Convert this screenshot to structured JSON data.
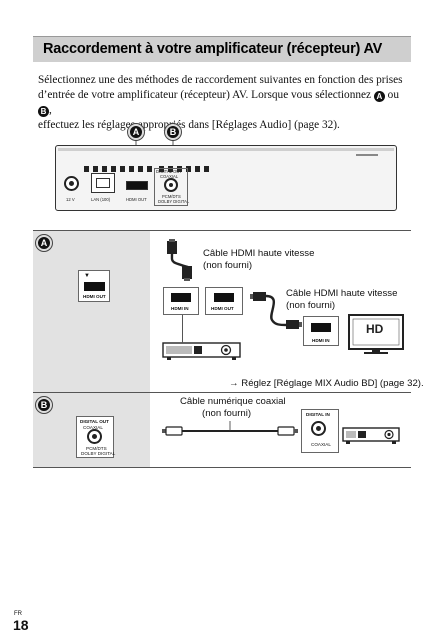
{
  "section": {
    "title": "Raccordement à votre amplificateur (récepteur) AV"
  },
  "intro": {
    "line1": "Sélectionnez une des méthodes de raccordement suivantes en fonction des prises",
    "line2_before": "d’entrée de votre amplificateur (récepteur) AV. Lorsque vous sélectionnez ",
    "marker_a": "A",
    "line2_mid": " ou ",
    "marker_b": "B",
    "line2_after": ",",
    "line3": "effectuez les réglages appropriés dans [Réglages Audio] (page 32)."
  },
  "rear_panel": {
    "badge_a": "A",
    "badge_b": "B",
    "dc_label": "12 V",
    "lan_label": "LAN (100)",
    "hdmi_label": "HDMI OUT",
    "digital_out_label": "DIGITAL OUT",
    "coaxial_label": "COAXIAL",
    "pcm_label": "PCM/DTS",
    "dolby_label": "DOLBY DIGITAL"
  },
  "method_a": {
    "marker": "A",
    "port_label": "HDMI OUT",
    "cable1_line1": "Câble HDMI haute vitesse",
    "cable1_line2": "(non fourni)",
    "cable2_line1": "Câble HDMI haute vitesse",
    "cable2_line2": "(non fourni)",
    "amp_hdmi_in": "HDMI IN",
    "amp_hdmi_out": "HDMI OUT",
    "tv_hdmi_in": "HDMI IN",
    "tv_screen": "HD",
    "setting_note": "→ Réglez [Réglage MIX Audio BD] (page 32)."
  },
  "method_b": {
    "marker": "B",
    "digital_out": "DIGITAL OUT",
    "coaxial": "COAXIAL",
    "pcm": "PCM/DTS",
    "dolby": "DOLBY DIGITAL",
    "cable_line1": "Câble numérique coaxial",
    "cable_line2": "(non fourni)",
    "amp_digital_in": "DIGITAL IN",
    "amp_coaxial": "COAXIAL"
  },
  "footer": {
    "lang": "FR",
    "page": "18"
  }
}
